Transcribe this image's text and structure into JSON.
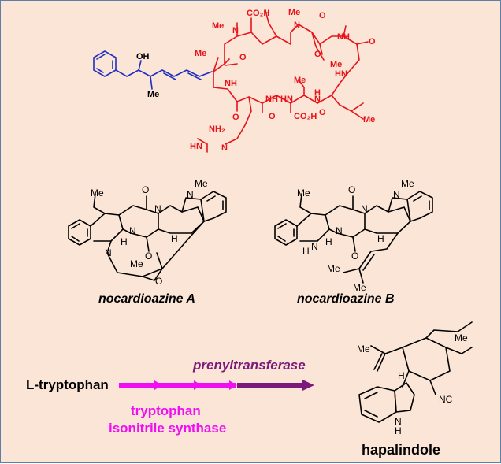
{
  "compounds": {
    "top_peptide": {
      "atoms": {
        "co2h_top": "CO₂H",
        "n_me_1": "N",
        "me_1": "Me",
        "n_me_2": "N",
        "me_2": "Me",
        "o1": "O",
        "o2": "O",
        "nh_1": "NH",
        "oh": "OH",
        "me_3": "Me",
        "me_4": "Me",
        "nh_2": "NH",
        "hn_1": "HN",
        "o3": "O",
        "nh_3": "NH",
        "me_5": "Me",
        "o4": "O",
        "nh_4": "N",
        "h_4": "H",
        "o5": "O",
        "hn_2": "HN",
        "co2h_b": "CO₂H",
        "me_6": "Me",
        "nh2": "NH₂",
        "hn_3": "HN",
        "n_h": "N",
        "me_7": "Me",
        "o6": "O",
        "o7": "O"
      }
    },
    "nocardioazine_a": {
      "name": "nocardioazine A",
      "atoms": {
        "me": "Me",
        "o1": "O",
        "o2": "O",
        "n1": "N",
        "n2": "N",
        "n3": "N",
        "n4": "N",
        "nme": "Me",
        "h1": "H",
        "h2": "H",
        "me2": "Me",
        "o3": "O"
      }
    },
    "nocardioazine_b": {
      "name": "nocardioazine B",
      "atoms": {
        "me": "Me",
        "o1": "O",
        "o2": "O",
        "n1": "N",
        "n2": "N",
        "n3": "N",
        "nh": "N",
        "h_nh": "H",
        "nme": "Me",
        "h1": "H",
        "h2": "H",
        "me2": "Me",
        "me3": "Me"
      }
    },
    "hapalindole": {
      "name": "hapalindole",
      "atoms": {
        "me1": "Me",
        "me2": "Me",
        "h": "H",
        "nc": "NC",
        "nh": "N",
        "h_nh": "H"
      }
    }
  },
  "pathway": {
    "start": "L-tryptophan",
    "enzyme_1": "prenyltransferase",
    "enzyme_2_line1": "tryptophan",
    "enzyme_2_line2": "isonitrile synthase",
    "colors": {
      "magenta": "#f10ff2",
      "purple": "#7b1a7b",
      "red": "#e8131a",
      "blue": "#1f2fbf",
      "background": "#fbe5d6"
    }
  }
}
